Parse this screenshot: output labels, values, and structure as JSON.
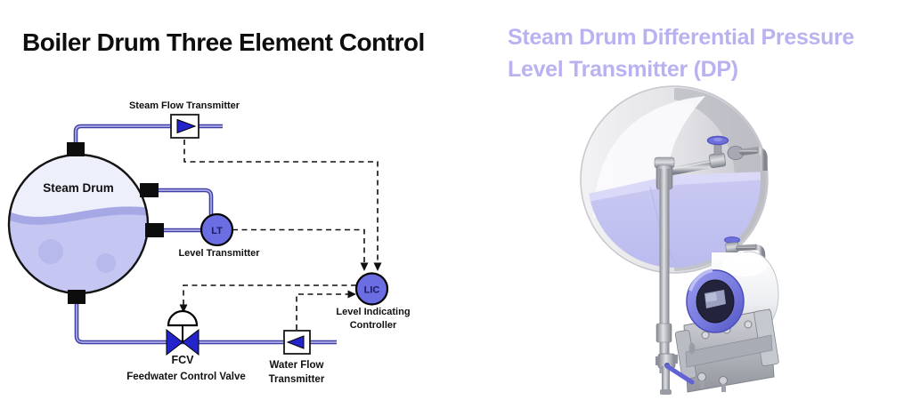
{
  "page": {
    "background": "#ffffff"
  },
  "left_diagram": {
    "title": "Boiler Drum Three Element Control",
    "title_color": "#0e0e0e",
    "drum_label": "Steam Drum",
    "labels": {
      "steam_flow_transmitter": "Steam Flow Transmitter",
      "level_transmitter": "Level Transmitter",
      "level_indicating_1": "Level Indicating",
      "level_indicating_2": "Controller",
      "fcv_tag": "FCV",
      "fcv_label": "Feedwater Control Valve",
      "water_flow_1": "Water Flow",
      "water_flow_2": "Transmitter",
      "lt_tag": "LT",
      "lic_tag": "LIC"
    },
    "colors": {
      "pipe_dark": "#3d3da2",
      "pipe_light": "#aeaeeb",
      "valve_blue": "#2424cd",
      "instrument_fill": "#6b6de2",
      "instrument_text": "#1b1b66",
      "drum_steam_space": "#edeffb",
      "drum_water": "#c5c6f1",
      "drum_wave_band": "#a6a8e5",
      "bubble": "#b7b8ec",
      "signal_line": "#111111"
    }
  },
  "right_panel": {
    "title_line1": "Steam Drum Differential Pressure",
    "title_line2": "Level Transmitter (DP)",
    "title_color": "#b9b2f0",
    "illustration": {
      "liquid_color": "#c5c6f1",
      "accent_purple": "#7173da",
      "metal_gray": "#b4b7bf",
      "housing_white": "#f4f4f6",
      "display_dark": "#23243b"
    }
  }
}
